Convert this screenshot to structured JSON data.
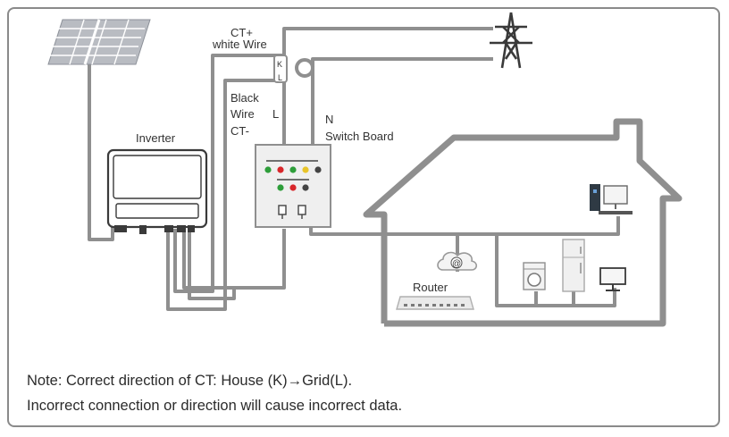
{
  "labels": {
    "ct_plus": "CT+",
    "white_wire": "white Wire",
    "black": "Black",
    "wire": "Wire",
    "ct_minus": "CT-",
    "l": "L",
    "n": "N",
    "switch_board": "Switch Board",
    "inverter": "Inverter",
    "router": "Router",
    "ct_k": "K",
    "ct_l": "L",
    "cloud_at": "@"
  },
  "note": {
    "line1": "Note: Correct direction of CT: House (K)→Grid(L).",
    "line2": "Incorrect connection or direction will cause incorrect data."
  },
  "colors": {
    "wire": "#8f8f8f",
    "house": "#8f8f8f",
    "led_green": "#2e9e3a",
    "led_red": "#d8262a",
    "led_yellow": "#e8c42a",
    "led_dark": "#444444"
  },
  "icons": [
    "solar-panel-icon",
    "power-tower-icon",
    "inverter-icon",
    "switch-board-icon",
    "router-icon",
    "cloud-icon",
    "computer-icon",
    "washing-machine-icon",
    "refrigerator-icon",
    "monitor-icon"
  ]
}
